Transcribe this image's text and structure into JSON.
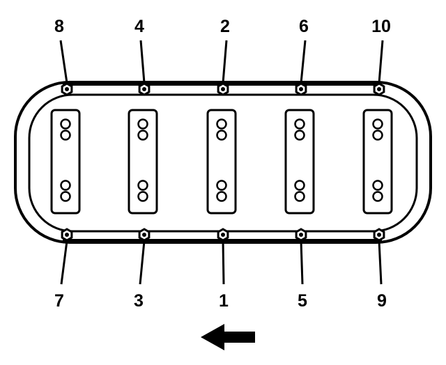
{
  "diagram": {
    "top_bolt_numbers": [
      "8",
      "4",
      "2",
      "6",
      "10"
    ],
    "bottom_bolt_numbers": [
      "7",
      "3",
      "1",
      "5",
      "9"
    ],
    "direction_arrow": "arrow-left-icon"
  }
}
